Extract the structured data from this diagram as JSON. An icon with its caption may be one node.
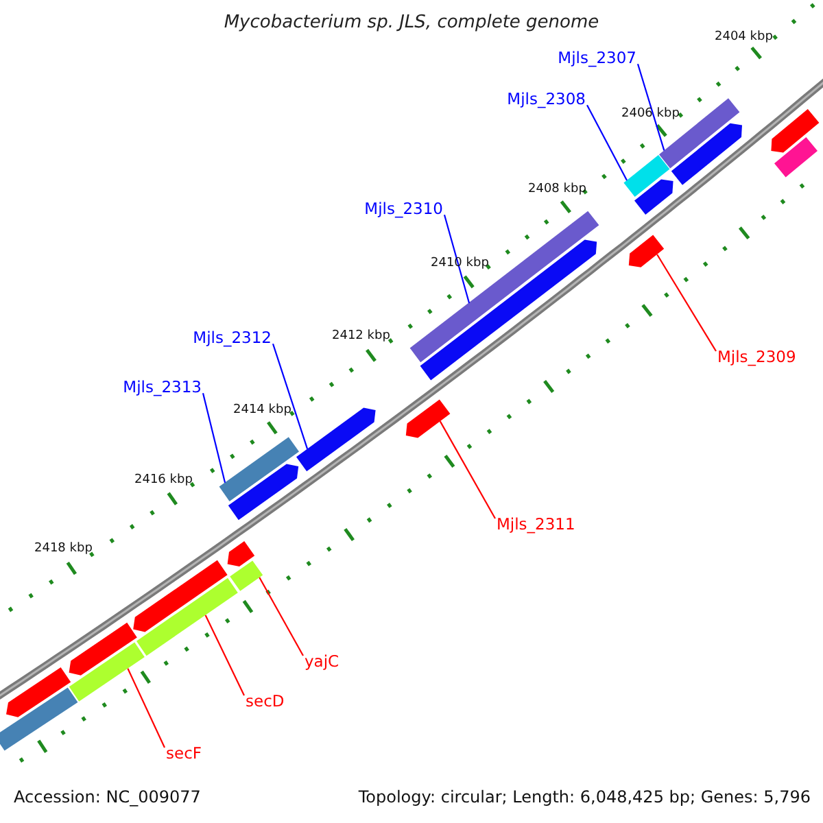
{
  "diagram": {
    "title": "Mycobacterium sp. JLS, complete genome",
    "nodes": [
      {
        "text": [
          "Mjls_2307"
        ]
      },
      {
        "text": [
          "Mjls_2308"
        ]
      },
      {
        "text": [
          "Mjls_2310"
        ]
      },
      {
        "text": [
          "Mjls_2312"
        ]
      },
      {
        "text": [
          "Mjls_2309"
        ]
      },
      {
        "text": [
          "Mjls_2313"
        ]
      },
      {
        "text": [
          "Mjls_2311"
        ]
      },
      {
        "text": [
          "yajC"
        ]
      },
      {
        "text": [
          "secD"
        ]
      },
      {
        "text": [
          "secF"
        ]
      },
      {
        "text": [],
        "shape": "bar"
      },
      {
        "text": [],
        "shape": "arrow"
      },
      {
        "text": [],
        "shape": "arrow"
      },
      {
        "text": [],
        "shape": "bar"
      },
      {
        "text": [],
        "shape": "bar"
      },
      {
        "text": [],
        "shape": "arrow"
      },
      {
        "text": [],
        "shape": "bar"
      },
      {
        "text": [],
        "shape": "arrow"
      },
      {
        "text": [],
        "shape": "arrow"
      },
      {
        "text": [],
        "shape": "arrow"
      },
      {
        "text": [],
        "shape": "arrow"
      },
      {
        "text": [],
        "shape": "bar"
      },
      {
        "text": [],
        "shape": "arrow"
      },
      {
        "text": [],
        "shape": "arrow"
      },
      {
        "text": [],
        "shape": "arrow"
      },
      {
        "text": [],
        "shape": "bar"
      },
      {
        "text": [],
        "shape": "bar"
      },
      {
        "text": [],
        "shape": "arrow"
      },
      {
        "text": [],
        "shape": "bar"
      },
      {
        "text": [],
        "shape": "arrow"
      },
      {
        "text": [],
        "shape": "bar"
      }
    ],
    "edges": [
      {
        "from": 0,
        "to": 10,
        "arrow": "none"
      },
      {
        "from": 1,
        "to": 14,
        "arrow": "none"
      },
      {
        "from": 2,
        "to": 16,
        "arrow": "none"
      },
      {
        "from": 3,
        "to": 20,
        "arrow": "none"
      },
      {
        "from": 4,
        "to": 17,
        "arrow": "none",
        "color": "#ff0000"
      },
      {
        "from": 5,
        "to": 21,
        "arrow": "none"
      },
      {
        "from": 6,
        "to": 19,
        "arrow": "none",
        "color": "#ff0000"
      },
      {
        "from": 7,
        "to": 25,
        "arrow": "none",
        "color": "#ff0000"
      },
      {
        "from": 8,
        "to": 26,
        "arrow": "none",
        "color": "#ff0000"
      },
      {
        "from": 9,
        "to": 28,
        "arrow": "none",
        "color": "#ff0000"
      }
    ],
    "labels": [
      "2404 kbp",
      "2406 kbp",
      "2408 kbp",
      "2410 kbp",
      "2412 kbp",
      "2414 kbp",
      "2416 kbp",
      "2418 kbp",
      "Accession: NC_009077",
      "Topology: circular; Length: 6,048,425 bp; Genes: 5,796"
    ]
  }
}
